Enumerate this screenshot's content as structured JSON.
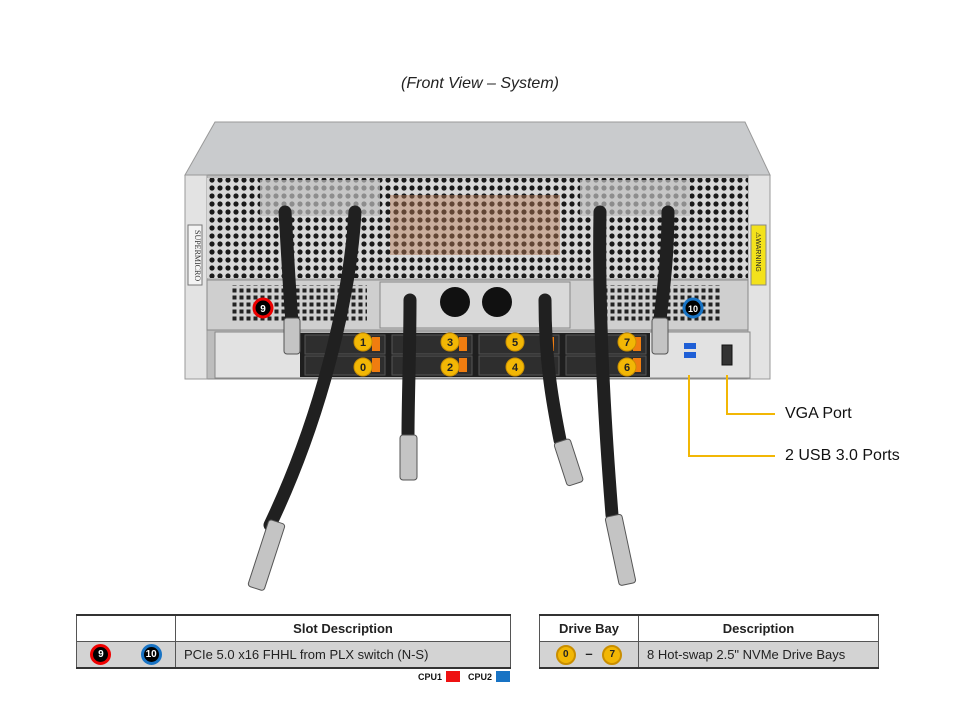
{
  "title": "(Front View – System)",
  "logo_text": "SUPERMICRO",
  "warning_label": "WARNING",
  "drive_bays": [
    "0",
    "1",
    "2",
    "3",
    "4",
    "5",
    "6",
    "7"
  ],
  "slots": {
    "cpu1_slot": "9",
    "cpu2_slot": "10"
  },
  "callouts": {
    "vga": "VGA Port",
    "usb": "2 USB 3.0 Ports"
  },
  "colors": {
    "callout_line": "#f2b705",
    "cpu1": "#ee1111",
    "cpu2": "#1873c4",
    "drive_badge": "#f2b705"
  },
  "slot_table": {
    "header_blank": "",
    "header": "Slot Description",
    "row": {
      "slot_a": "9",
      "slot_b": "10",
      "description": "PCIe 5.0 x16 FHHL from PLX switch (N-S)"
    }
  },
  "legend": {
    "cpu1": "CPU1",
    "cpu2": "CPU2"
  },
  "drive_table": {
    "header_bay": "Drive Bay",
    "header_desc": "Description",
    "row": {
      "from": "0",
      "dash": "–",
      "to": "7",
      "description": "8 Hot-swap 2.5\" NVMe Drive Bays"
    }
  }
}
